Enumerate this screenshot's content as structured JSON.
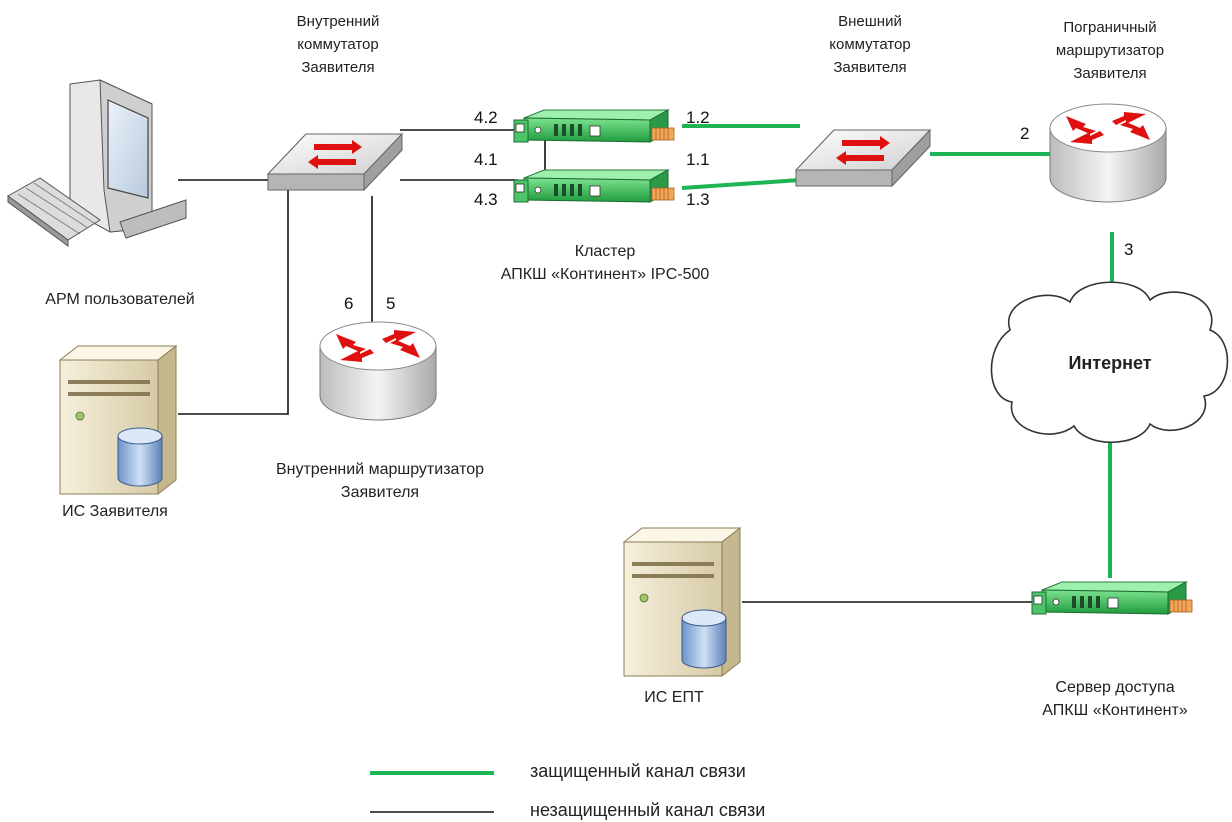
{
  "nodes": {
    "internal_switch": [
      "Внутренний",
      "коммутатор",
      "Заявителя"
    ],
    "external_switch": [
      "Внешний",
      "коммутатор",
      "Заявителя"
    ],
    "border_router": [
      "Пограничный",
      "маршрутизатор",
      "Заявителя"
    ],
    "workstations": "АРМ пользователей",
    "applicant_is": "ИС Заявителя",
    "internal_router": [
      "Внутренний маршрутизатор",
      "Заявителя"
    ],
    "cluster": [
      "Кластер",
      "АПКШ «Континент» IPC-500"
    ],
    "internet": "Интернет",
    "ept_is": "ИС ЕПТ",
    "access_server": [
      "Сервер доступа",
      "АПКШ «Континент»"
    ]
  },
  "ports": {
    "p42": "4.2",
    "p41": "4.1",
    "p43": "4.3",
    "p12": "1.2",
    "p11": "1.1",
    "p13": "1.3",
    "p2": "2",
    "p3": "3",
    "p6": "6",
    "p5": "5"
  },
  "legend": {
    "secure": "защищенный канал связи",
    "insecure": "незащищенный канал связи"
  },
  "colors": {
    "secure_link": "#1db455",
    "insecure_link": "#111111",
    "device_green": "#3ec25f",
    "arrow_red": "#e01010"
  }
}
